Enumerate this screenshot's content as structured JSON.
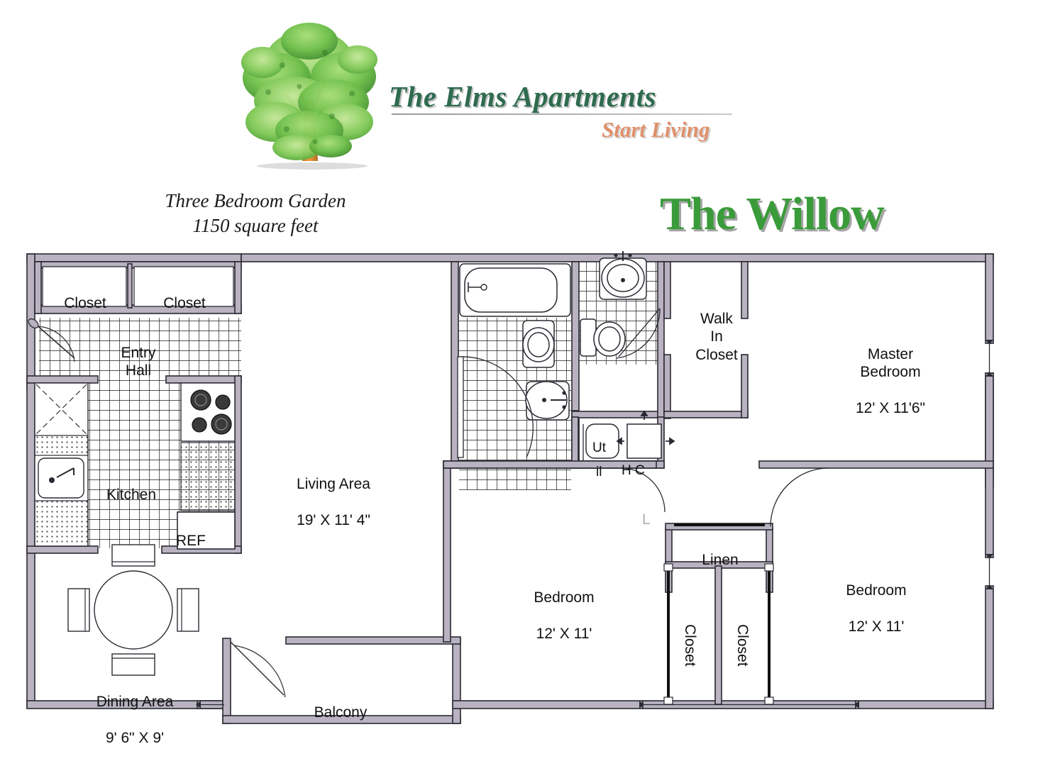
{
  "branding": {
    "logo_icon": "elm-tree-logo",
    "name": "The Elms Apartments",
    "tagline": "Start Living",
    "name_color": "#2e6b4f",
    "tagline_color": "#e0906a"
  },
  "plan_header": {
    "unit_type": "Three Bedroom Garden",
    "square_feet": "1150 square feet",
    "plan_name": "The Willow",
    "plan_name_color": "#3a9b3a"
  },
  "floorplan": {
    "wall_fill": "#b9b2c0",
    "wall_stroke": "#2a2a33",
    "rooms": [
      {
        "key": "closet_left",
        "label": "Closet",
        "dims": ""
      },
      {
        "key": "closet_right",
        "label": "Closet",
        "dims": ""
      },
      {
        "key": "entry_hall",
        "label": "Entry\nHall",
        "dims": ""
      },
      {
        "key": "kitchen",
        "label": "Kitchen",
        "dims": ""
      },
      {
        "key": "refrigerator",
        "label": "REF",
        "dims": ""
      },
      {
        "key": "living_area",
        "label": "Living Area",
        "dims": "19' X 11' 4\""
      },
      {
        "key": "dining_area",
        "label": "Dining Area",
        "dims": "9' 6\" X 9'"
      },
      {
        "key": "balcony",
        "label": "Balcony",
        "dims": ""
      },
      {
        "key": "walk_in_closet",
        "label": "Walk\nIn\nCloset",
        "dims": ""
      },
      {
        "key": "master_bedroom",
        "label": "Master\nBedroom",
        "dims": "12' X 11'6\""
      },
      {
        "key": "bedroom_2",
        "label": "Bedroom",
        "dims": "12' X 11'"
      },
      {
        "key": "bedroom_3",
        "label": "Bedroom",
        "dims": "12' X 11'"
      },
      {
        "key": "linen",
        "label": "Linen",
        "dims": ""
      },
      {
        "key": "closet_bed2",
        "label": "Closet",
        "dims": ""
      },
      {
        "key": "closet_bed3",
        "label": "Closet",
        "dims": ""
      },
      {
        "key": "utility_top",
        "label": "Ut",
        "dims": ""
      },
      {
        "key": "utility_bottom",
        "label": "il",
        "dims": ""
      },
      {
        "key": "hvac",
        "label": "H C",
        "dims": ""
      },
      {
        "key": "hall_faint",
        "label": "L",
        "dims": ""
      }
    ]
  }
}
